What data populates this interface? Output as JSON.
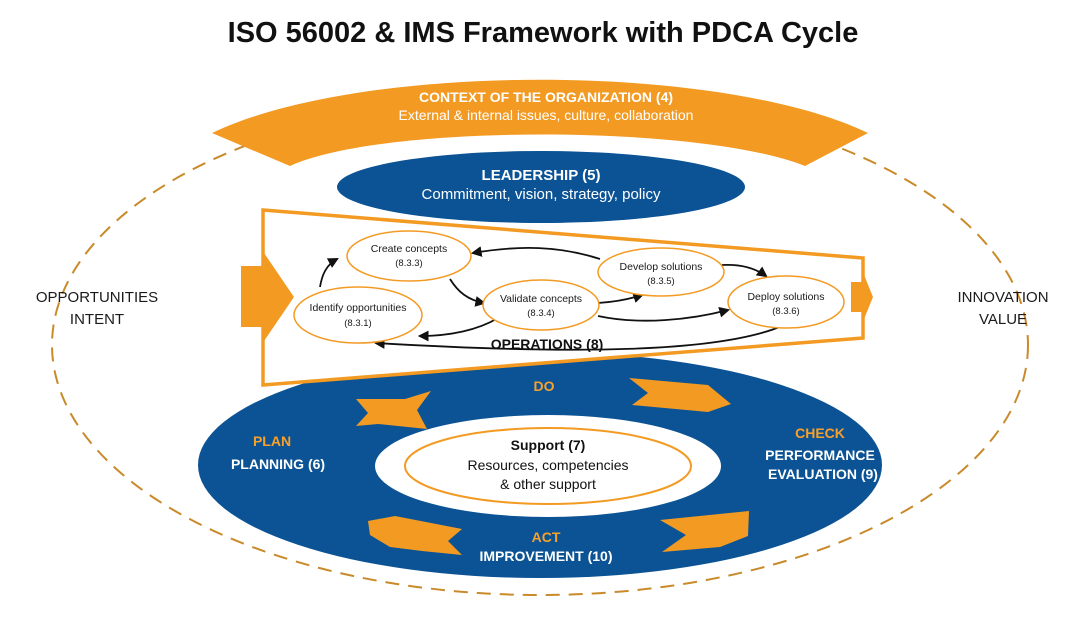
{
  "title": "ISO 56002 & IMS Framework with PDCA Cycle",
  "context": {
    "title": "CONTEXT OF THE ORGANIZATION (4)",
    "subtitle": "External & internal issues, culture, collaboration"
  },
  "leadership": {
    "title": "LEADERSHIP (5)",
    "subtitle": "Commitment, vision, strategy, policy"
  },
  "left_side": {
    "line1": "OPPORTUNITIES",
    "line2": "INTENT"
  },
  "right_side": {
    "line1": "INNOVATION",
    "line2": "VALUE"
  },
  "operations": {
    "label": "OPERATIONS (8)",
    "nodes": [
      {
        "title": "Create concepts",
        "code": "(8.3.3)"
      },
      {
        "title": "Identify opportunities",
        "code": "(8.3.1)"
      },
      {
        "title": "Validate concepts",
        "code": "(8.3.4)"
      },
      {
        "title": "Develop solutions",
        "code": "(8.3.5)"
      },
      {
        "title": "Deploy solutions",
        "code": "(8.3.6)"
      }
    ]
  },
  "pdca": {
    "do": "DO",
    "plan": "PLAN",
    "planning": "PLANNING (6)",
    "check": "CHECK",
    "performance": "PERFORMANCE",
    "evaluation": "EVALUATION (9)",
    "act": "ACT",
    "improvement": "IMPROVEMENT (10)"
  },
  "support": {
    "title": "Support (7)",
    "line1": "Resources, competencies",
    "line2": "& other support"
  },
  "colors": {
    "orange": "#f39a23",
    "orange_text": "#f7a12c",
    "blue": "#0b5394",
    "dash": "#c98a2a"
  }
}
